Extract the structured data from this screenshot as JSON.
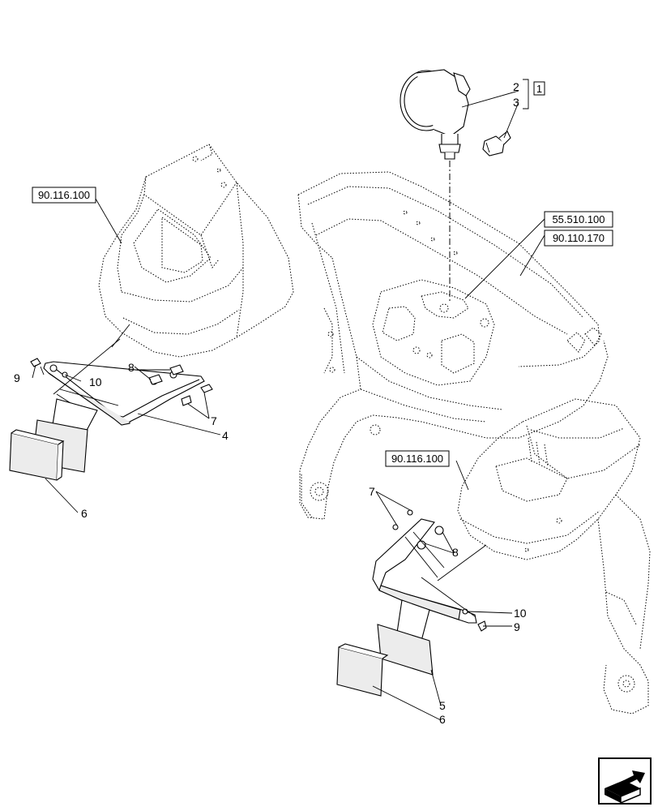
{
  "references": {
    "mudguard_left": "90.116.100",
    "mudguard_right": "90.116.100",
    "frame_a": "55.510.100",
    "frame_b": "90.110.170",
    "kit": "1"
  },
  "callouts": {
    "lamp": "2",
    "bulb": "3",
    "bracket_left": "4",
    "bracket_right_plate": "5",
    "reflector_left": "6",
    "reflector_right": "6",
    "bolt_left": "7",
    "bolt_right": "7",
    "nut_left": "8",
    "nut_right": "8",
    "screw_left": "9",
    "screw_right": "9",
    "washer_left": "10",
    "washer_right": "10"
  },
  "nav_icon": "next-page-arrow-icon"
}
